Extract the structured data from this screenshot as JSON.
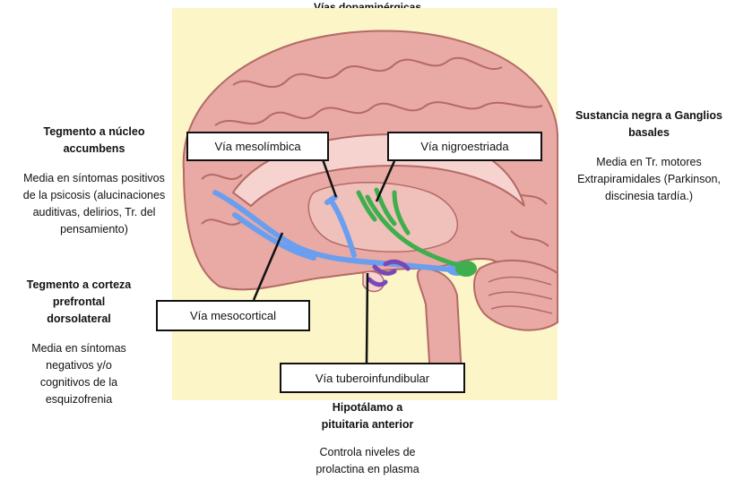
{
  "title": "Vías dopaminérgicas",
  "colors": {
    "panel": "#fbf5c8",
    "brain_pink": "#e9a9a4",
    "brain_light": "#f6d3cf",
    "mesolimbic_blue": "#6a9ff0",
    "nigrostriatal_green": "#3fae4c",
    "tuberoinfundibular_purple": "#7a47b7"
  },
  "boxes": {
    "mesolimbica": "Vía mesolímbica",
    "nigroestriada": "Vía nigroestriada",
    "mesocortical": "Vía mesocortical",
    "tuberoinfundibular": "Vía tuberoinfundibular"
  },
  "left_top": {
    "heading": [
      "Tegmento a núcleo",
      "accumbens"
    ],
    "desc": [
      "Media en síntomas positivos",
      "de la psicosis (alucinaciones",
      "auditivas, delirios, Tr. del",
      "pensamiento)"
    ]
  },
  "left_bottom": {
    "heading": [
      "Tegmento a corteza",
      "prefrontal",
      "dorsolateral"
    ],
    "desc": [
      "Media en síntomas",
      "negativos y/o",
      "cognitivos de la",
      "esquizofrenia"
    ]
  },
  "right": {
    "heading": [
      "Sustancia negra a Ganglios",
      "basales"
    ],
    "desc": [
      "Media en Tr. motores",
      "Extrapiramidales (Parkinson,",
      "discinesia tardía.)"
    ]
  },
  "bottom": {
    "heading": [
      "Hipotálamo a",
      "pituitaria anterior"
    ],
    "desc": [
      "Controla niveles de",
      "prolactina  en plasma"
    ]
  }
}
